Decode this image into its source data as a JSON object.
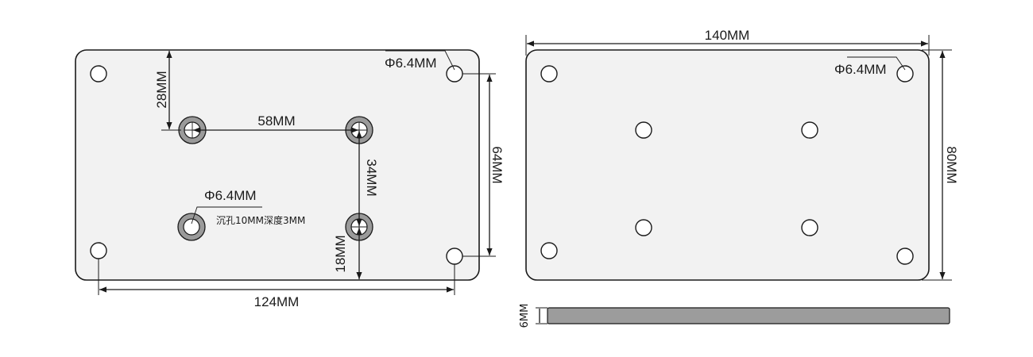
{
  "front_view": {
    "dims": {
      "width": "124MM",
      "hole_pitch_h": "58MM",
      "hole_pitch_v": "34MM",
      "top_offset": "28MM",
      "bottom_offset": "18MM",
      "height": "64MM"
    },
    "hole_dia": "Φ6.4MM",
    "countersink_dia": "Φ6.4MM",
    "countersink_note": "沉孔10MM深度3MM"
  },
  "top_view": {
    "dims": {
      "width": "140MM",
      "height": "80MM"
    },
    "hole_dia": "Φ6.4MM"
  },
  "side_view": {
    "thickness": "6MM"
  },
  "colors": {
    "plate_fill": "#f2f2f2",
    "countersink": "#9a9a9a",
    "side_bar": "#9c9c9c",
    "line": "#1a1a1a"
  }
}
